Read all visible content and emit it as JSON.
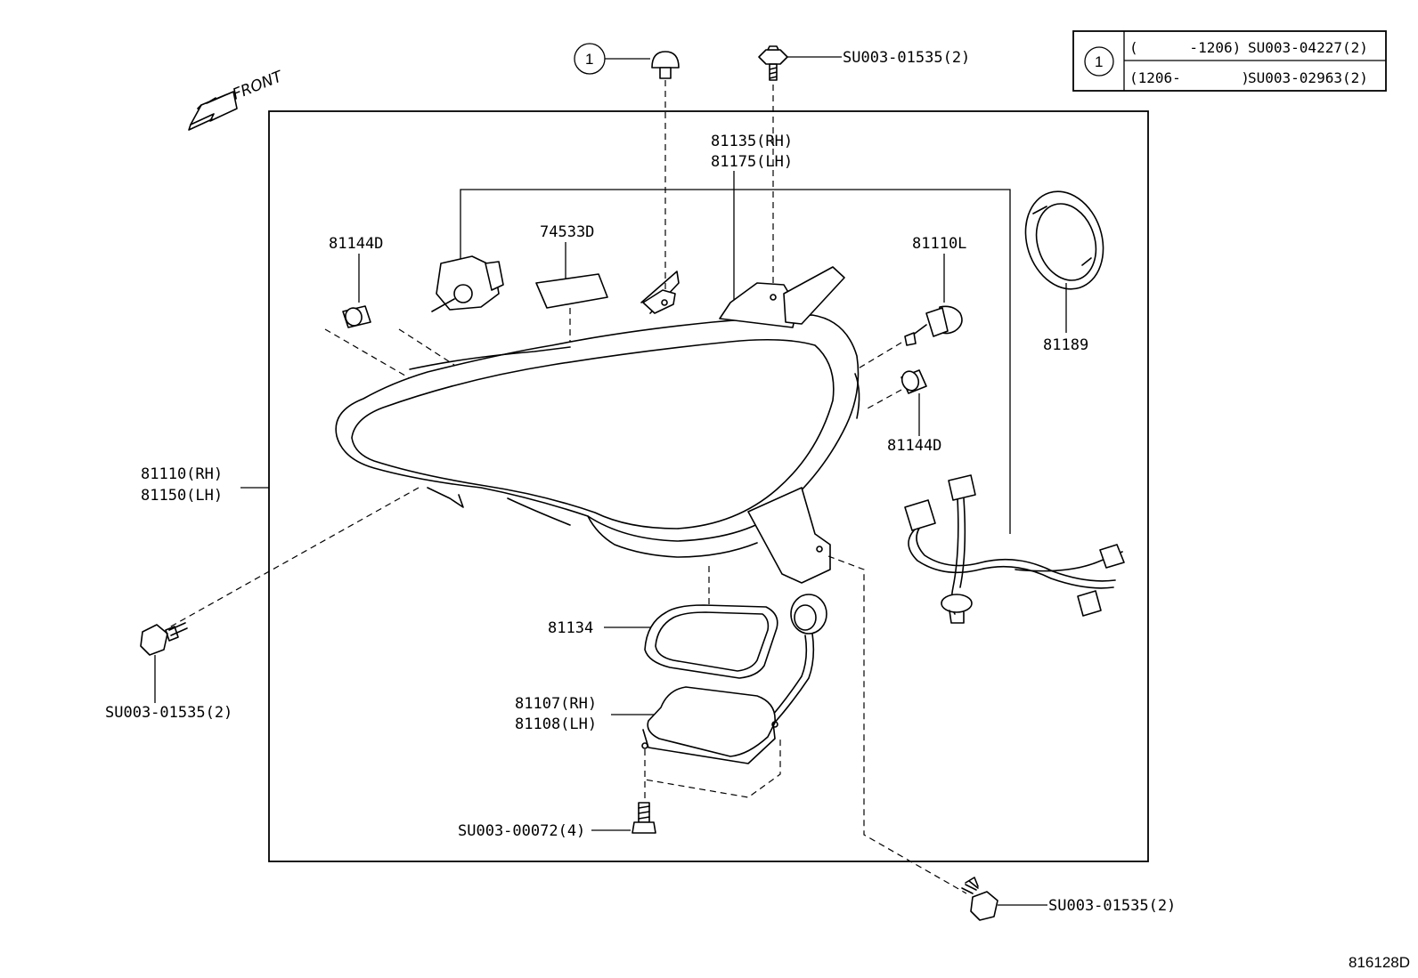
{
  "diagram": {
    "front_arrow": "FRONT",
    "legend": {
      "ref_symbol": "1",
      "rows": [
        {
          "range": "(      -1206)",
          "part": "SU003-04227(2)"
        },
        {
          "range": "(1206-       )",
          "part": "SU003-02963(2)"
        }
      ]
    },
    "callouts": {
      "clip_ref": "1",
      "bolt_top": "SU003-01535(2)",
      "bracket_line1": "81135(RH)",
      "bracket_line2": "81175(LH)",
      "cap_left": "81144D",
      "label_sticker": "74533D",
      "bulb": "81110L",
      "ring": "81189",
      "cap_right": "81144D",
      "headlamp_line1": "81110(RH)",
      "headlamp_line2": "81150(LH)",
      "bolt_left": "SU003-01535(2)",
      "gasket": "81134",
      "ballast_line1": "81107(RH)",
      "ballast_line2": "81108(LH)",
      "screw_bottom": "SU003-00072(4)",
      "bolt_bottom_right": "SU003-01535(2)"
    },
    "illustration_id": "816128D"
  }
}
